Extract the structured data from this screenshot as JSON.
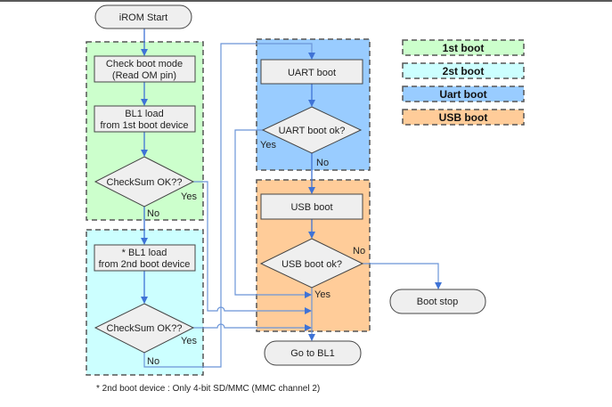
{
  "colors": {
    "first_boot": "#ccffcc",
    "second_boot": "#ccffff",
    "uart_boot": "#99ccff",
    "usb_boot": "#ffcc99",
    "arrow": "#3f73d6"
  },
  "nodes": {
    "irom_start": "iROM Start",
    "check_boot_mode": [
      "Check boot mode",
      "(Read OM pin)"
    ],
    "bl1_load_1st": [
      "BL1 load",
      "from 1st boot device"
    ],
    "checksum_1": "CheckSum OK??",
    "bl1_load_2nd": [
      "* BL1 load",
      "from 2nd boot device"
    ],
    "checksum_2": "CheckSum OK??",
    "uart_boot": "UART boot",
    "uart_boot_ok": "UART boot ok?",
    "usb_boot": "USB boot",
    "usb_boot_ok": "USB boot ok?",
    "boot_stop": "Boot stop",
    "go_to_bl1": "Go to BL1"
  },
  "edge_labels": {
    "checksum_1_yes": "Yes",
    "checksum_1_no": "No",
    "checksum_2_yes": "Yes",
    "checksum_2_no": "No",
    "uart_yes": "Yes",
    "uart_no": "No",
    "usb_yes": "Yes",
    "usb_no": "No"
  },
  "legend": [
    {
      "label": "1st boot",
      "color": "#ccffcc"
    },
    {
      "label": "2st boot",
      "color": "#ccffff"
    },
    {
      "label": "Uart boot",
      "color": "#99ccff"
    },
    {
      "label": "USB boot",
      "color": "#ffcc99"
    }
  ],
  "footnote": "* 2nd boot device : Only 4-bit SD/MMC (MMC channel 2)"
}
